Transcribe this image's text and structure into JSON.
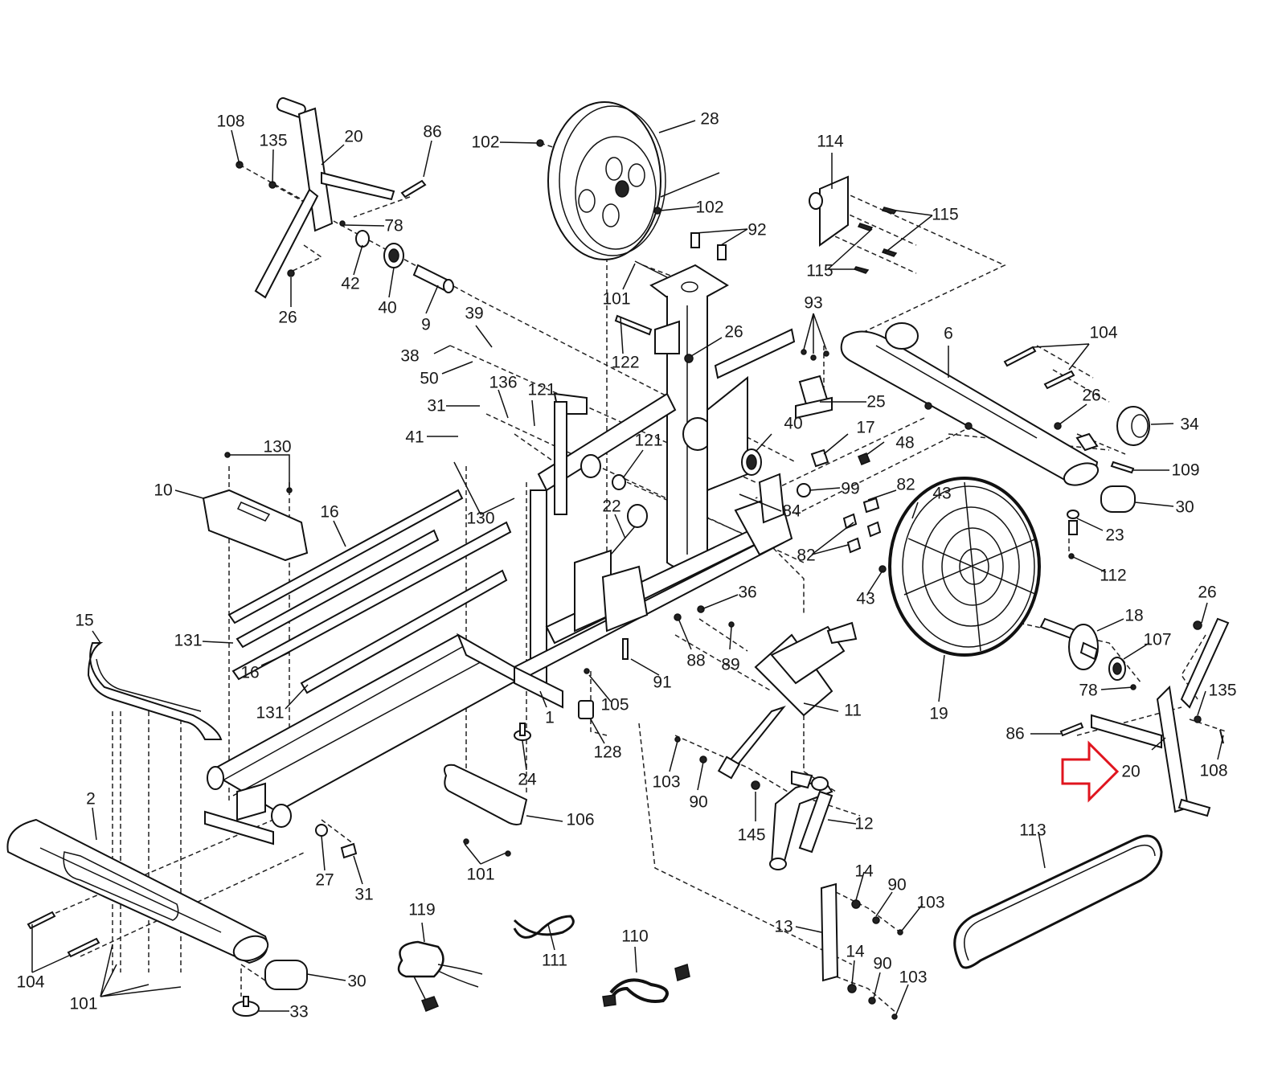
{
  "diagram": {
    "title": "Exploded parts diagram (elliptical trainer)",
    "highlight_color": "#e0141e",
    "highlighted_part": "20",
    "highlight_marker": "arrow-right-icon",
    "labels": {
      "p108a": "108",
      "p135a": "135",
      "p20a": "20",
      "p86a": "86",
      "p78a": "78",
      "p42": "42",
      "p40a": "40",
      "p26a": "26",
      "p9": "9",
      "p102a": "102",
      "p28": "28",
      "p102b": "102",
      "p92": "92",
      "p114": "114",
      "p115a": "115",
      "p115b": "115",
      "p101a": "101",
      "p122": "122",
      "p26b": "26",
      "p93": "93",
      "p6": "6",
      "p104a": "104",
      "p39": "39",
      "p38": "38",
      "p50": "50",
      "p136": "136",
      "p121a": "121",
      "p31a": "31",
      "p41": "41",
      "p25": "25",
      "p40b": "40",
      "p17": "17",
      "p48": "48",
      "p26c": "26",
      "p34": "34",
      "p109": "109",
      "p121b": "121",
      "p99": "99",
      "p82a": "82",
      "p43a": "43",
      "p84": "84",
      "p30a": "30",
      "p23": "23",
      "p82b": "82",
      "p112": "112",
      "p130a": "130",
      "p10": "10",
      "p16a": "16",
      "p130b": "130",
      "p22": "22",
      "p36": "36",
      "p43b": "43",
      "p26d": "26",
      "p18": "18",
      "p107": "107",
      "p15": "15",
      "p131a": "131",
      "p16b": "16",
      "p131b": "131",
      "p88": "88",
      "p89": "89",
      "p91": "91",
      "p1": "1",
      "p105": "105",
      "p128": "128",
      "p11": "11",
      "p19": "19",
      "p78b": "78",
      "p135b": "135",
      "p86b": "86",
      "p24": "24",
      "p103a": "103",
      "p90a": "90",
      "p20b": "20",
      "p108b": "108",
      "p2": "2",
      "p106": "106",
      "p145": "145",
      "p12": "12",
      "p27": "27",
      "p31b": "31",
      "p113": "113",
      "p101b": "101",
      "p14a": "14",
      "p90b": "90",
      "p103b": "103",
      "p119": "119",
      "p111": "111",
      "p110": "110",
      "p13": "13",
      "p104b": "104",
      "p30b": "30",
      "p101c": "101",
      "p14b": "14",
      "p90c": "90",
      "p103c": "103",
      "p33": "33"
    }
  }
}
